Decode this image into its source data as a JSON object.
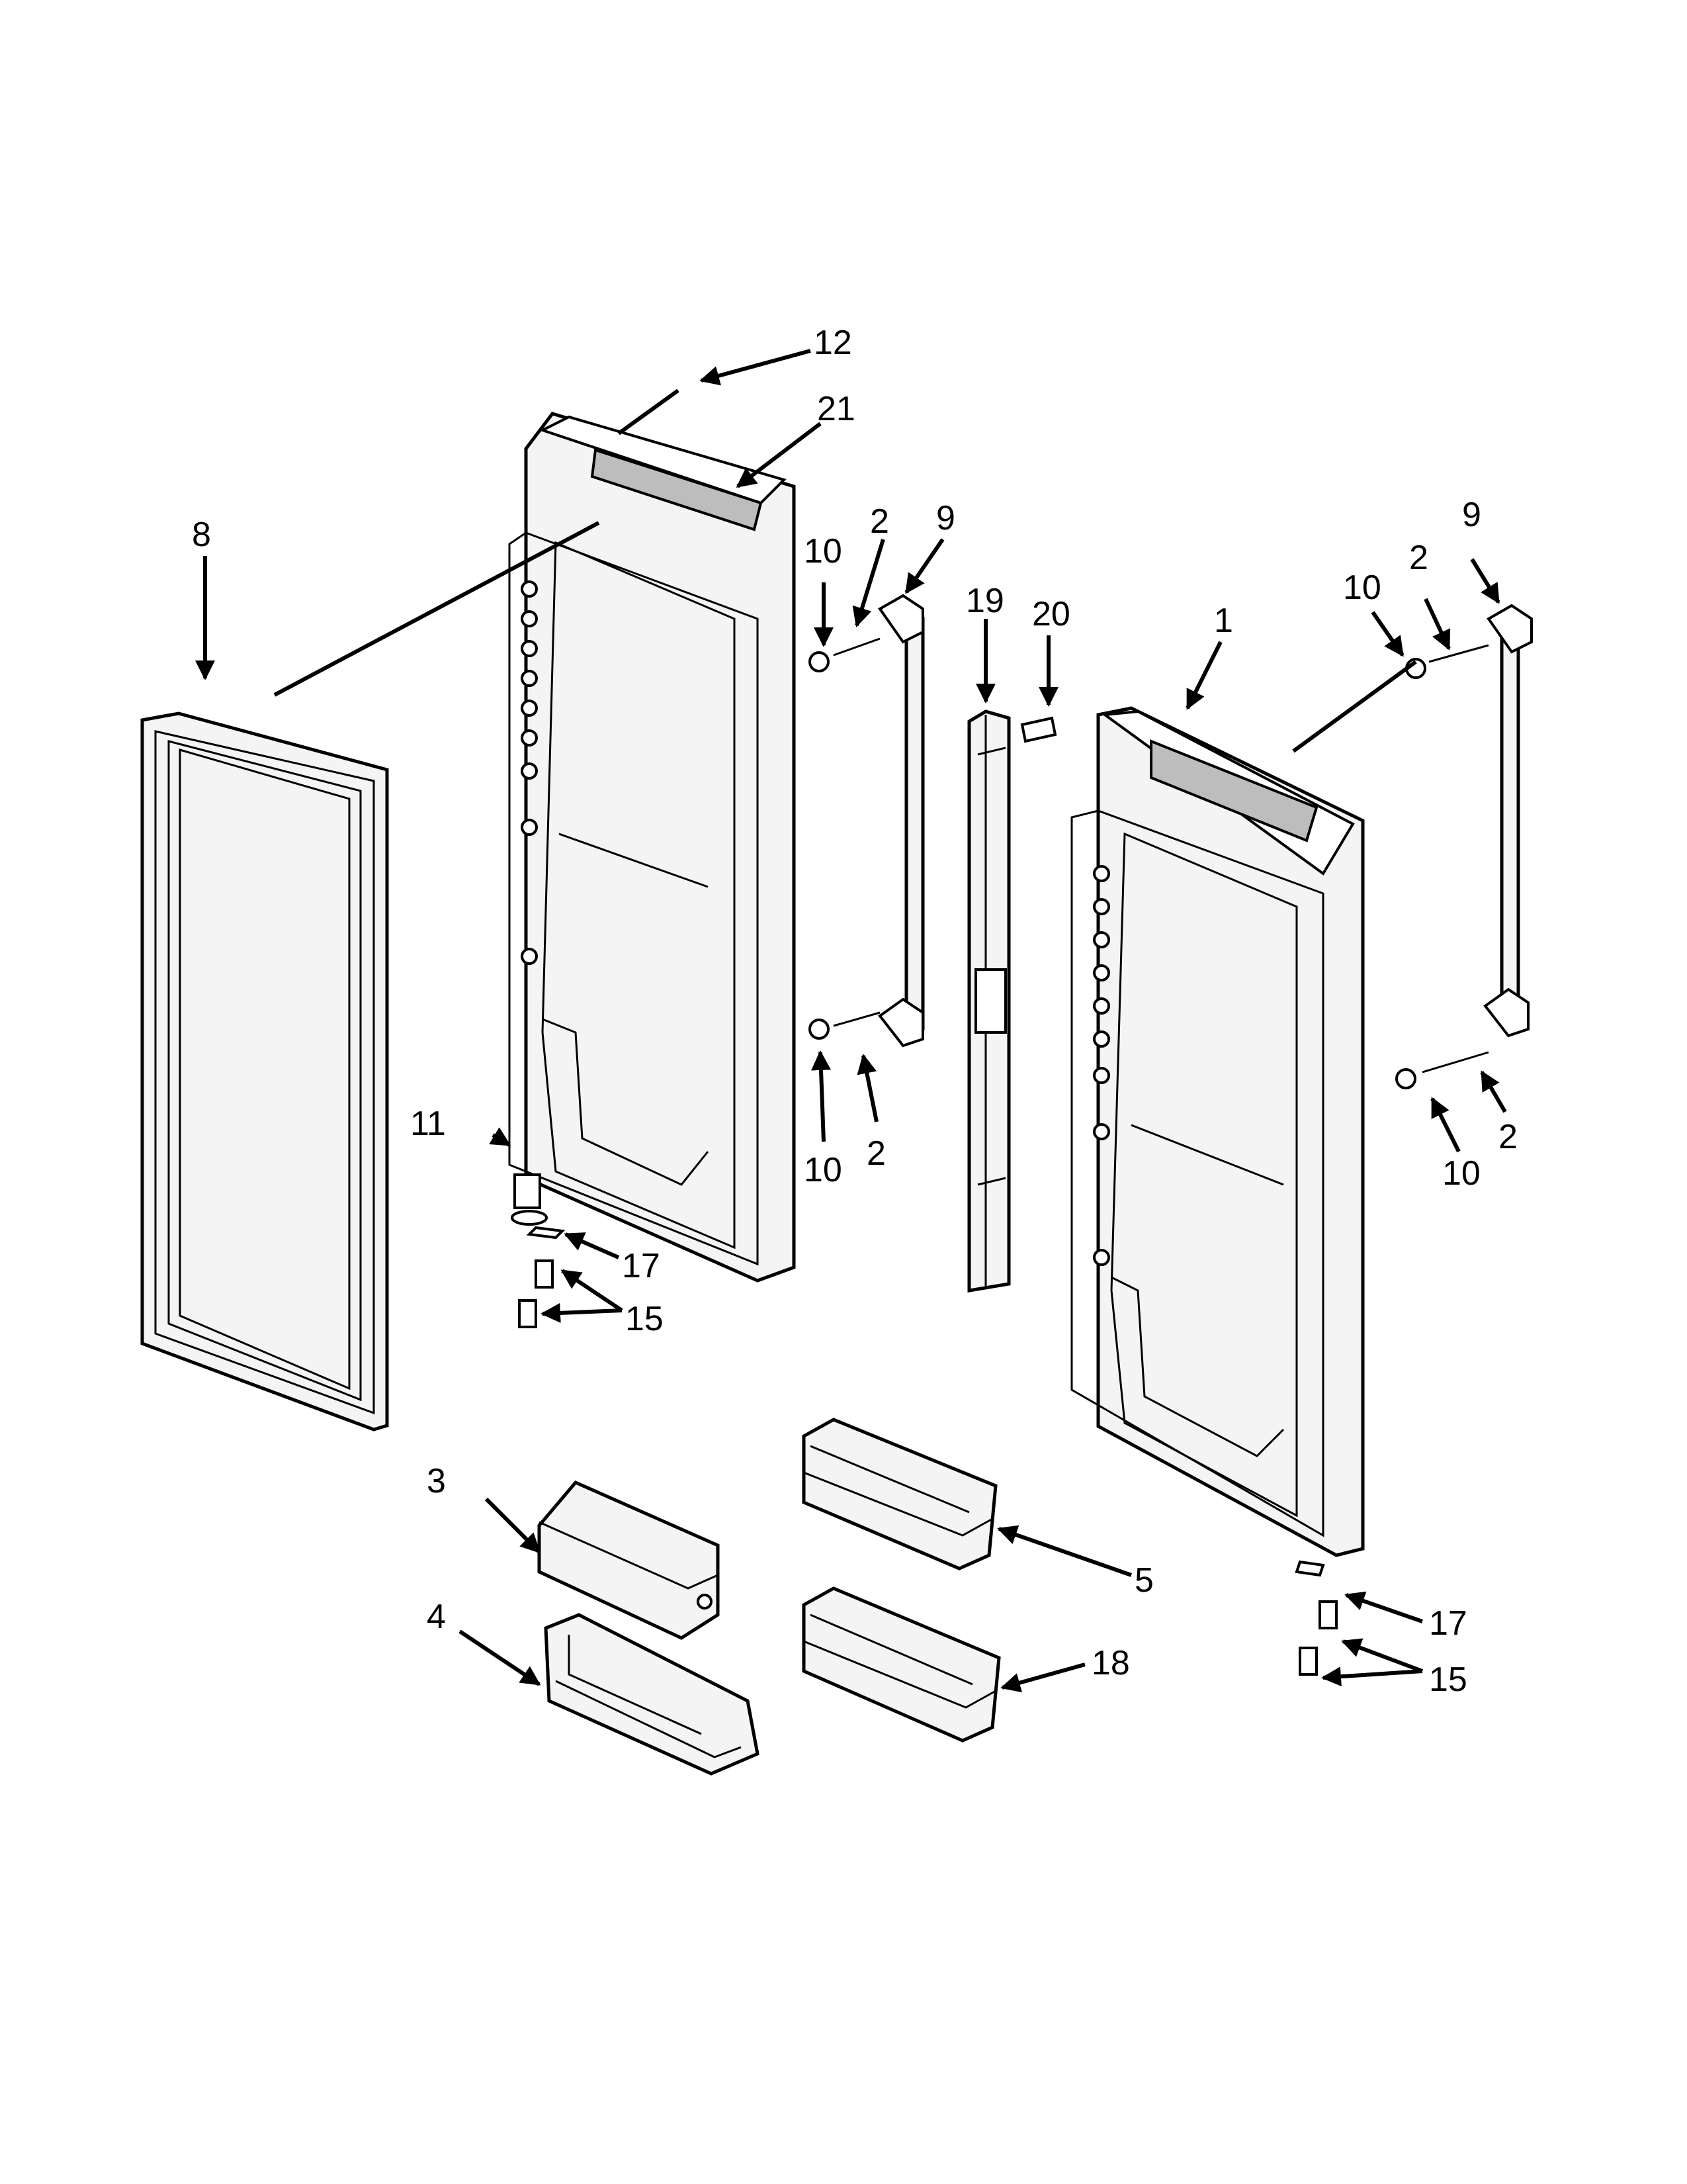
{
  "callouts": [
    "12",
    "21",
    "8",
    "2",
    "9",
    "10",
    "19",
    "20",
    "1",
    "9",
    "2",
    "10",
    "11",
    "10",
    "2",
    "17",
    "15",
    "10",
    "2",
    "3",
    "5",
    "4",
    "18",
    "17",
    "15"
  ],
  "colors": {
    "line": "#000000",
    "fill": "#f4f4f4",
    "background": "#ffffff"
  }
}
